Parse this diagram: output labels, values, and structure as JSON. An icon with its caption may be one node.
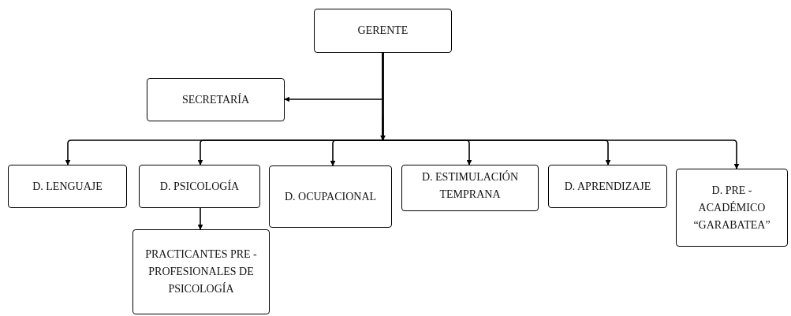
{
  "diagram": {
    "nodes": [
      {
        "text": [
          "GERENTE"
        ]
      },
      {
        "text": [
          "SECRETARÍA"
        ]
      },
      {
        "text": [
          "D. LENGUAJE"
        ]
      },
      {
        "text": [
          "D. PSICOLOGÍA"
        ]
      },
      {
        "text": [
          "D. OCUPACIONAL"
        ]
      },
      {
        "text": [
          "D. ESTIMULACIÓN TEMPRANA"
        ]
      },
      {
        "text": [
          "D. APRENDIZAJE"
        ]
      },
      {
        "text": [
          "D. PRE - ACADÉMICO “GARABATEA”"
        ]
      },
      {
        "text": [
          "PRACTICANTES PRE - PROFESIONALES DE PSICOLOGÍA"
        ]
      }
    ],
    "edges": [
      {
        "from": 0,
        "to": 1,
        "arrow": "to"
      },
      {
        "from": 0,
        "to": 2,
        "arrow": "to"
      },
      {
        "from": 0,
        "to": 3,
        "arrow": "to"
      },
      {
        "from": 0,
        "to": 4,
        "arrow": "to"
      },
      {
        "from": 0,
        "to": 5,
        "arrow": "to"
      },
      {
        "from": 0,
        "to": 6,
        "arrow": "to"
      },
      {
        "from": 0,
        "to": 7,
        "arrow": "to"
      },
      {
        "from": 3,
        "to": 8,
        "arrow": "to"
      }
    ]
  }
}
